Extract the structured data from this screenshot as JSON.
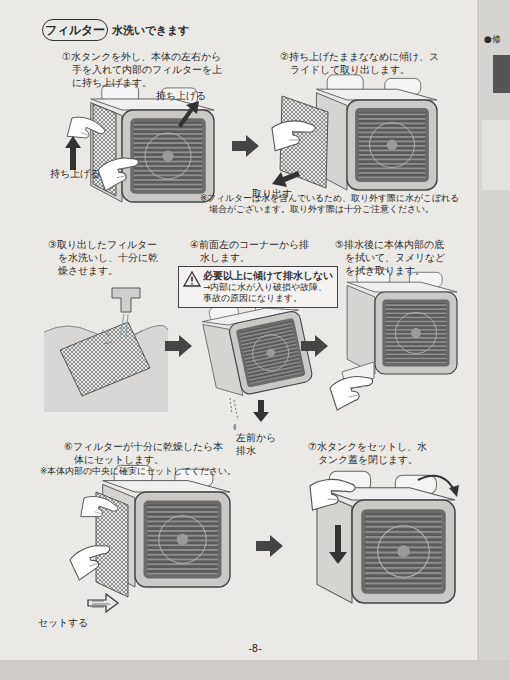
{
  "diagram": {
    "nodes": [
      {
        "text": [
          "フィルター"
        ]
      },
      {
        "text": [
          "必要以上に傾けて排水しない",
          "→内部に水が入り破損や故障、事故の原因になります。"
        ]
      }
    ],
    "labels": [
      "水洗いできます",
      "①水タンクを外し、本体の左右から手を入れて内部のフィルターを上に持ち上げます。",
      "持ち上げる",
      "持ち上げる",
      "②持ち上げたままななめに傾け、スライドして取り出します。",
      "取り出す",
      "※フィルターは水を含んでいるため、取り外す際に水がこぼれる場合がございます。取り外す際は十分ご注意ください。",
      "③取り出したフィルターを水洗いし、十分に乾燥させます。",
      "④前面左のコーナーから排水します。",
      "左前から排水",
      "⑤排水後に本体内部の底を拭いて、ヌメリなどを拭き取ります。",
      "⑥フィルターが十分に乾燥したら本体にセットします。",
      "※本体内部の中央に確実にセットしてください。",
      "セットする",
      "⑦水タンクをセットし、水タンク蓋を閉じます。",
      "-8-",
      "●修"
    ]
  }
}
